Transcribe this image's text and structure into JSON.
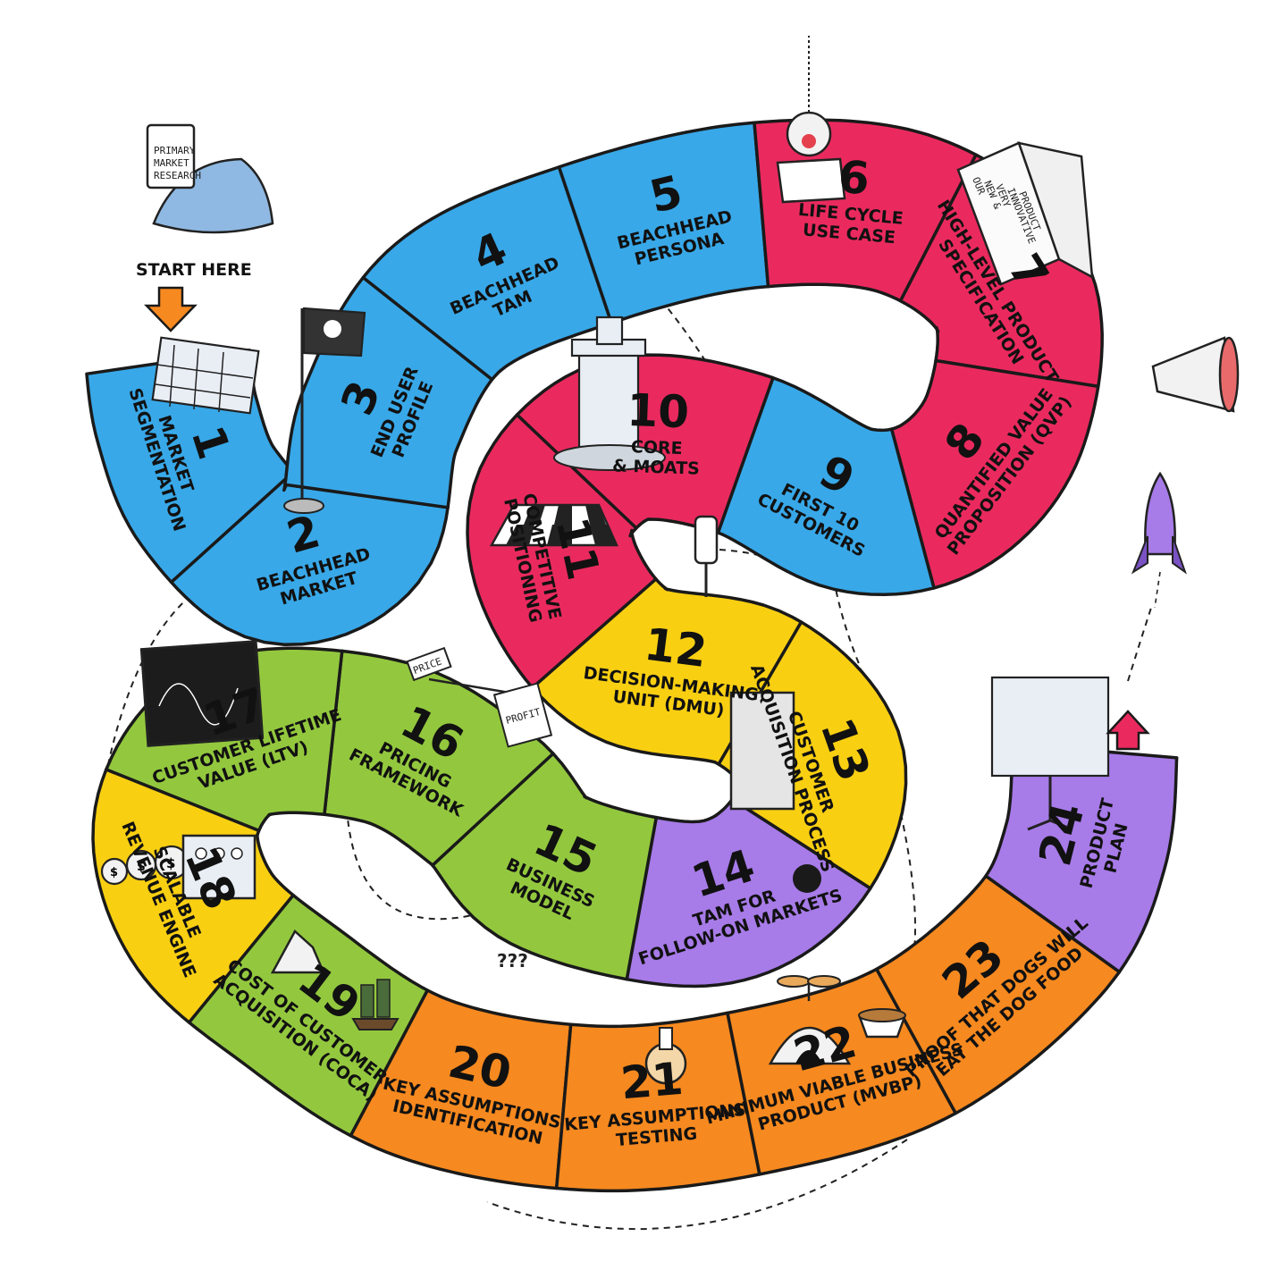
{
  "start": {
    "label": "START HERE"
  },
  "colors": {
    "blue": "#38a8e8",
    "magenta": "#ea2a5e",
    "yellow": "#f9cf12",
    "green": "#93c83e",
    "purple": "#a77be8",
    "orange": "#f6891f",
    "outline": "#1a1a1a",
    "start_arrow": "#f6891f",
    "finish_arrow": "#ea2a5e",
    "rocket": "#a77be8"
  },
  "steps": [
    {
      "n": "1",
      "lines": [
        "MARKET",
        "SEGMENTATION"
      ],
      "color": "blue"
    },
    {
      "n": "2",
      "lines": [
        "BEACHHEAD",
        "MARKET"
      ],
      "color": "blue"
    },
    {
      "n": "3",
      "lines": [
        "END USER",
        "PROFILE"
      ],
      "color": "blue"
    },
    {
      "n": "4",
      "lines": [
        "BEACHHEAD",
        "TAM"
      ],
      "color": "blue"
    },
    {
      "n": "5",
      "lines": [
        "BEACHHEAD",
        "PERSONA"
      ],
      "color": "blue"
    },
    {
      "n": "6",
      "lines": [
        "LIFE CYCLE",
        "USE CASE"
      ],
      "color": "magenta"
    },
    {
      "n": "7",
      "lines": [
        "HIGH-LEVEL PRODUCT",
        "SPECIFICATION"
      ],
      "color": "magenta"
    },
    {
      "n": "8",
      "lines": [
        "QUANTIFIED VALUE",
        "PROPOSITION (QVP)"
      ],
      "color": "magenta"
    },
    {
      "n": "9",
      "lines": [
        "FIRST 10",
        "CUSTOMERS"
      ],
      "color": "blue"
    },
    {
      "n": "10",
      "lines": [
        "CORE",
        "& MOATS"
      ],
      "color": "magenta"
    },
    {
      "n": "11",
      "lines": [
        "COMPETITIVE",
        "POSITIONING"
      ],
      "color": "magenta"
    },
    {
      "n": "12",
      "lines": [
        "DECISION-MAKING",
        "UNIT (DMU)"
      ],
      "color": "yellow"
    },
    {
      "n": "13",
      "lines": [
        "CUSTOMER",
        "ACQUISITION PROCESS"
      ],
      "color": "yellow"
    },
    {
      "n": "14",
      "lines": [
        "TAM FOR",
        "FOLLOW-ON MARKETS"
      ],
      "color": "purple"
    },
    {
      "n": "15",
      "lines": [
        "BUSINESS",
        "MODEL"
      ],
      "color": "green"
    },
    {
      "n": "16",
      "lines": [
        "PRICING",
        "FRAMEWORK"
      ],
      "color": "green"
    },
    {
      "n": "17",
      "lines": [
        "CUSTOMER LIFETIME",
        "VALUE (LTV)"
      ],
      "color": "green"
    },
    {
      "n": "18",
      "lines": [
        "SCALABLE",
        "REVENUE ENGINE"
      ],
      "color": "yellow"
    },
    {
      "n": "19",
      "lines": [
        "COST OF CUSTOMER",
        "ACQUISITION (COCA)"
      ],
      "color": "green"
    },
    {
      "n": "20",
      "lines": [
        "KEY ASSUMPTIONS",
        "IDENTIFICATION"
      ],
      "color": "orange"
    },
    {
      "n": "21",
      "lines": [
        "KEY ASSUMPTIONS",
        "TESTING"
      ],
      "color": "orange"
    },
    {
      "n": "22",
      "lines": [
        "MINIMUM VIABLE BUSINESS",
        "PRODUCT (MVBP)"
      ],
      "color": "orange"
    },
    {
      "n": "23",
      "lines": [
        "PROOF THAT DOGS WILL",
        "EAT THE DOG FOOD"
      ],
      "color": "orange"
    },
    {
      "n": "24",
      "lines": [
        "PRODUCT",
        "PLAN"
      ],
      "color": "purple"
    }
  ],
  "illustrations": {
    "research_sign": [
      "PRIMARY",
      "MARKET",
      "RESEARCH"
    ],
    "price_sign": "PRICE",
    "profit_sign": "PROFIT",
    "question_marks": "???",
    "product_sheet": [
      "OUR",
      "NEW &",
      "VERY",
      "INNOVATIVE",
      "PRODUCT"
    ]
  }
}
